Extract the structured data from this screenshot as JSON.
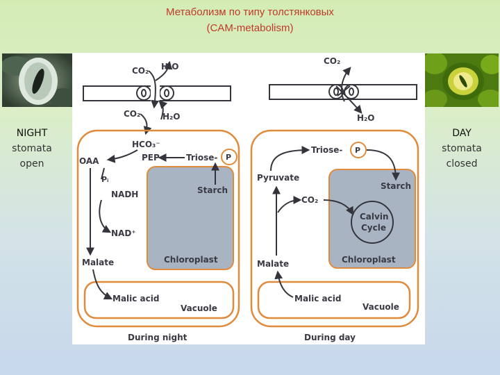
{
  "title": {
    "line1": "Метаболизм по типу толстянковых",
    "line2": "(CAM-metabolism)"
  },
  "left_panel": {
    "line1": "NIGHT",
    "line2": "stomata",
    "line3": "open"
  },
  "right_panel": {
    "line1": "DAY",
    "line2": "stomata",
    "line3": "closed"
  },
  "diagram": {
    "night": {
      "co2_top": "CO₂",
      "h2o_top": "H₂O",
      "co2_bottom": "CO₂",
      "h2o_bottom": "H₂O",
      "hco3": "HCO₃⁻",
      "pep": "PEP",
      "oaa": "OAA",
      "pi": "Pᵢ",
      "nadh": "NADH",
      "nad": "NAD⁺",
      "triose": "Triose-",
      "p": "P",
      "starch": "Starch",
      "chloroplast": "Chloroplast",
      "malate": "Malate",
      "malic_acid": "Malic acid",
      "vacuole": "Vacuole",
      "caption": "During night"
    },
    "day": {
      "co2_top": "CO₂",
      "h2o_bottom": "H₂O",
      "triose": "Triose-",
      "p": "P",
      "pyruvate": "Pyruvate",
      "co2_inner": "CO₂",
      "starch": "Starch",
      "calvin": "Calvin",
      "cycle": "Cycle",
      "chloroplast": "Chloroplast",
      "malate": "Malate",
      "malic_acid": "Malic acid",
      "vacuole": "Vacuole",
      "caption": "During day"
    }
  },
  "colors": {
    "title": "#c0392b",
    "membrane": "#e08a3c",
    "chloroplast": "#a9b4c2",
    "arrow": "#34343c",
    "background_top": "#d4ecb4",
    "background_bottom": "#c7d7ec"
  }
}
